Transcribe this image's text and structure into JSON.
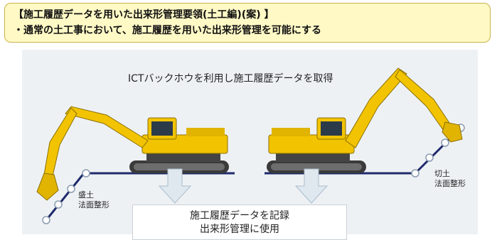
{
  "header": {
    "title": "【施工履歴データを用いた出来形管理要領(土工編)(案) 】",
    "subtitle": "・通常の土工事において、施工履歴を用いた出来形管理を可能にする"
  },
  "figure": {
    "top_caption": "ICTバックホウを利用し施工履歴データを取得",
    "left_label": [
      "盛土",
      "法面整形"
    ],
    "right_label": [
      "切土",
      "法面整形"
    ],
    "record_box": [
      "施工履歴データを記録",
      "出来形管理に使用"
    ]
  },
  "colors": {
    "header_bg": "#fff9c6",
    "header_border": "#c9b24a",
    "excavator_body": "#f2c300",
    "ground_line": "#1f2a6b",
    "arrow_fill": "#dfe8ef"
  },
  "icons": [
    "excavator-left-icon",
    "excavator-right-icon",
    "down-arrow-icon",
    "survey-point-icon"
  ]
}
